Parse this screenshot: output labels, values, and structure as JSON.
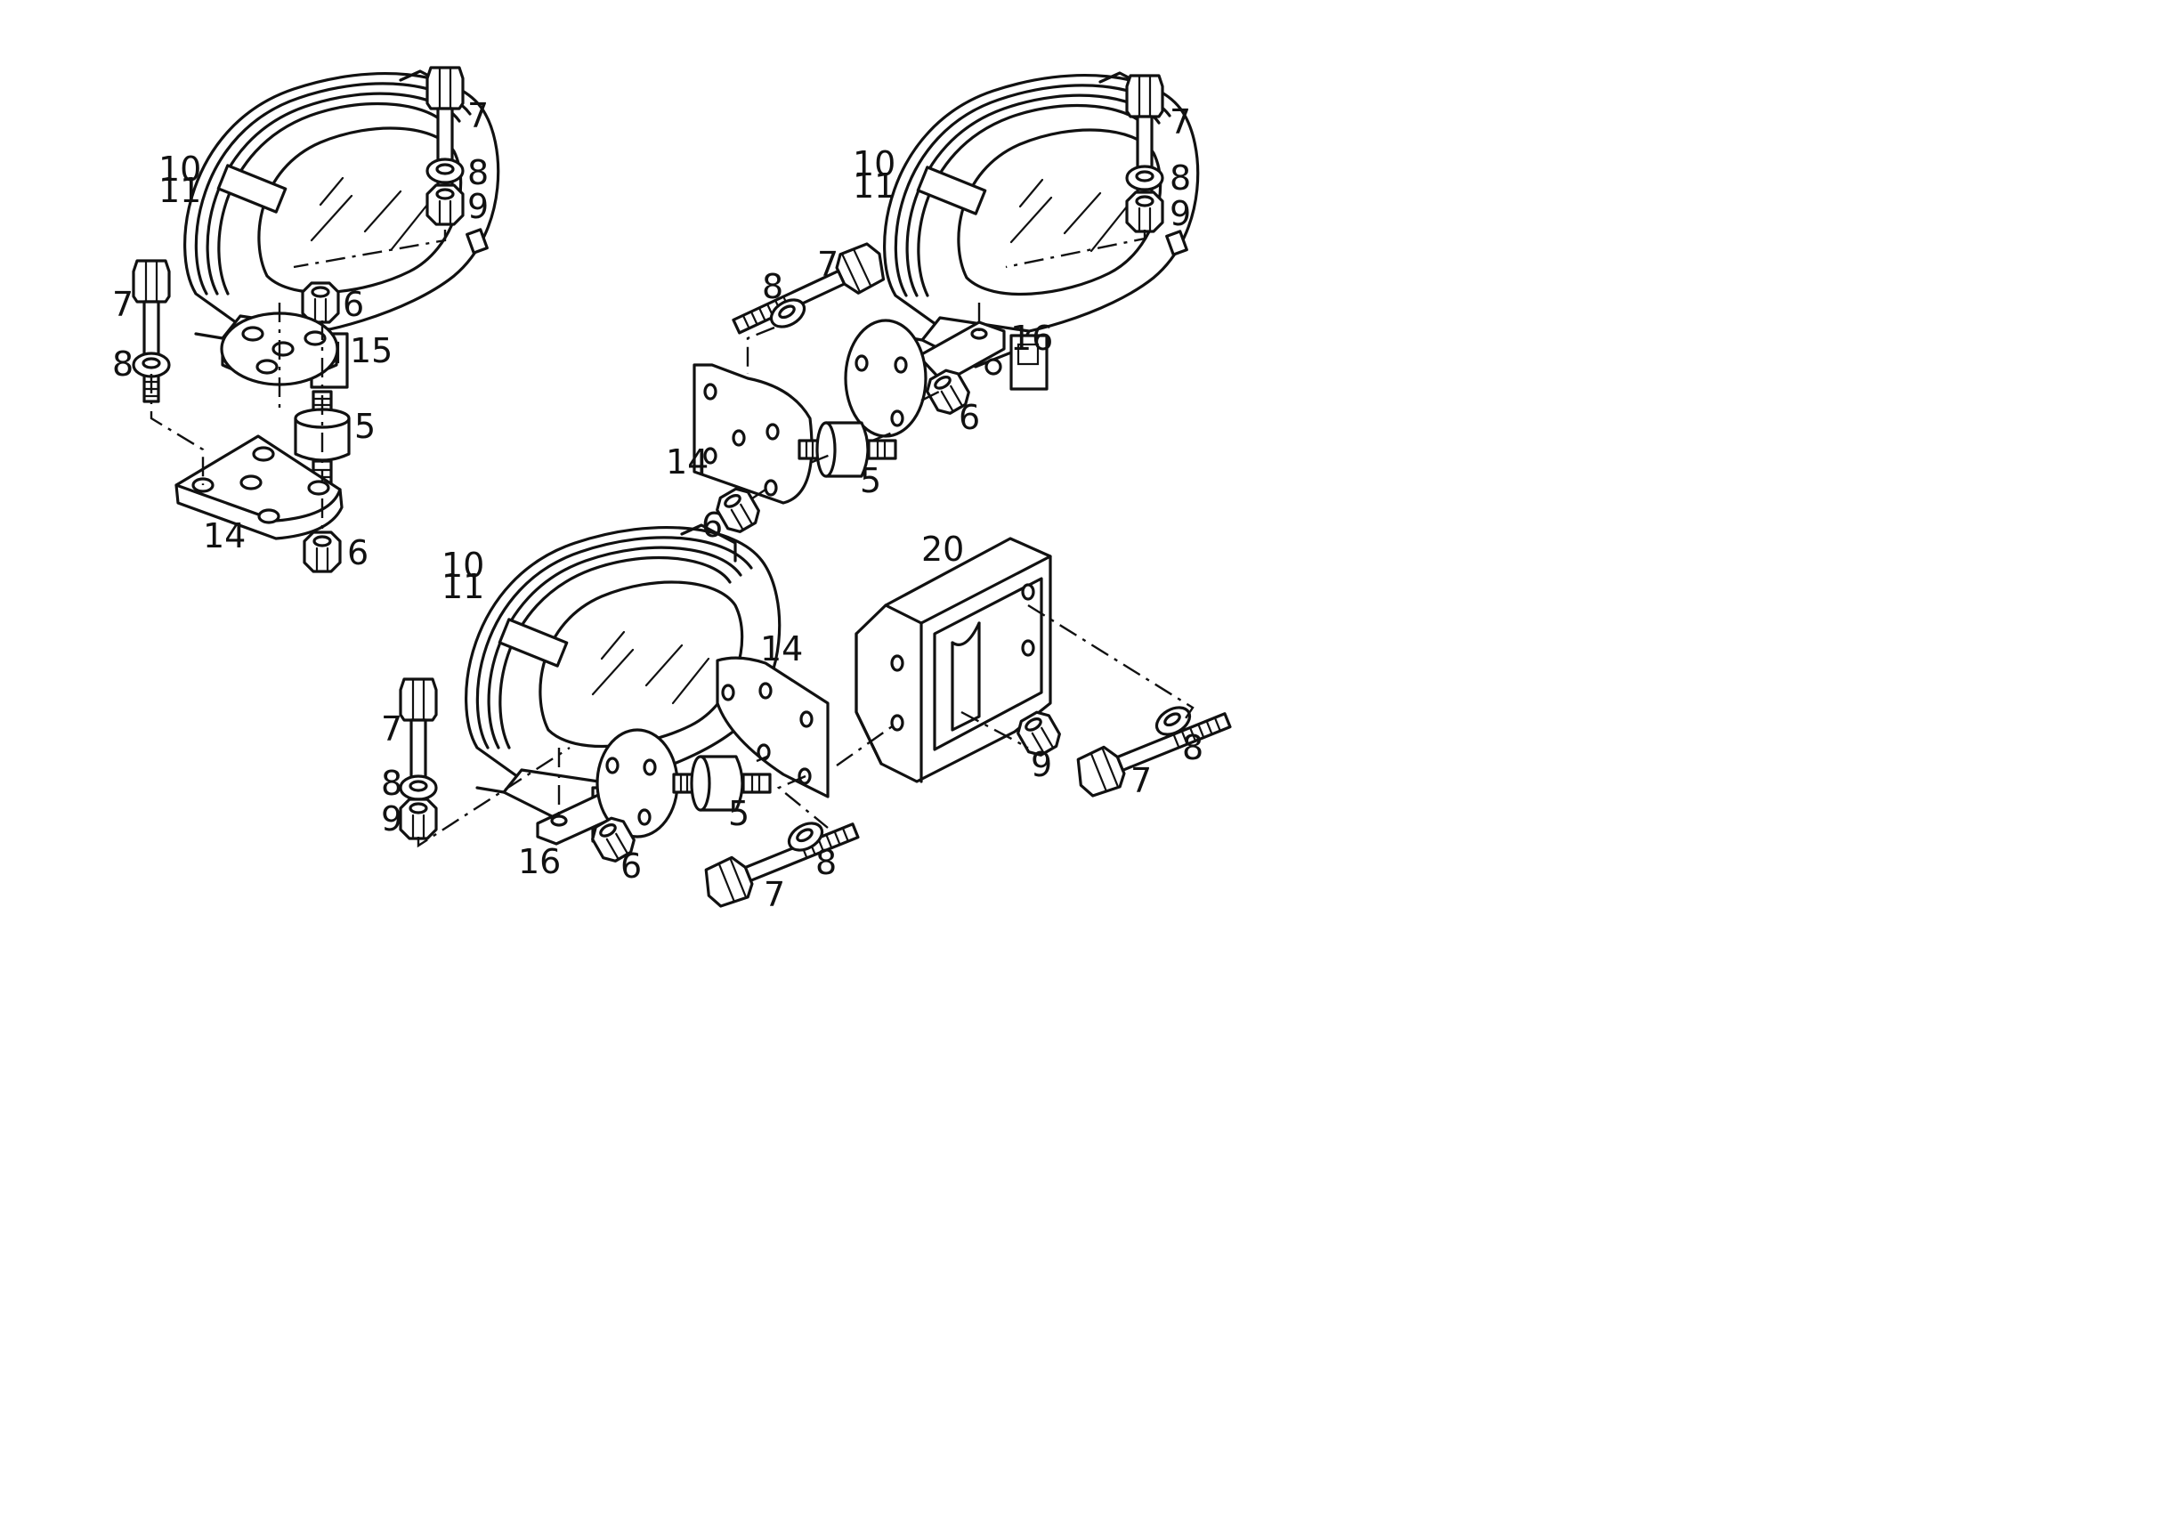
{
  "diagram": {
    "labels": {
      "g1_10": "10",
      "g1_11": "11",
      "g1_7a": "7",
      "g1_8a": "8",
      "g1_9a": "9",
      "g1_6a": "6",
      "g1_15": "15",
      "g1_7b": "7",
      "g1_8b": "8",
      "g1_5": "5",
      "g1_14": "14",
      "g1_6b": "6",
      "g2_10": "10",
      "g2_11": "11",
      "g2_7a": "7",
      "g2_8a": "8",
      "g2_9": "9",
      "g2_8b": "8",
      "g2_7b": "7",
      "g2_16": "16",
      "g2_6a": "6",
      "g2_14": "14",
      "g2_5": "5",
      "g2_6b": "6",
      "g3_10": "10",
      "g3_11": "11",
      "g3_7a": "7",
      "g3_8a": "8",
      "g3_9a": "9",
      "g3_16": "16",
      "g3_6": "6",
      "g3_14": "14",
      "g3_5": "5",
      "g3_8b": "8",
      "g3_7b": "7",
      "g3_20": "20",
      "g3_9b": "9",
      "g3_7c": "7",
      "g3_8c": "8"
    }
  }
}
